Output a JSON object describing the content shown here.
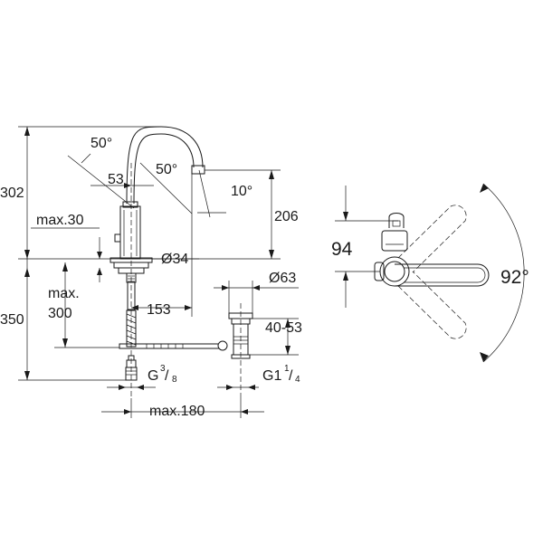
{
  "dimensions": {
    "height_total": "302",
    "angle_top": "50°",
    "angle_spout": "50°",
    "spout_offset": "53",
    "angle_outlet": "10°",
    "spout_height": "206",
    "max_deck": "max.30",
    "base_diameter": "Ø34",
    "lower_height": "350",
    "max_depth_line1": "max.",
    "max_depth_line2": "300",
    "reach": "153",
    "waste_diameter": "Ø63",
    "waste_range": "40-53",
    "inlet_thread": "G",
    "inlet_num": "3",
    "inlet_den": "8",
    "waste_thread": "G1",
    "waste_num": "1",
    "waste_den": "4",
    "max_width": "max.180",
    "handle_height": "94",
    "swivel_angle": "92°"
  }
}
